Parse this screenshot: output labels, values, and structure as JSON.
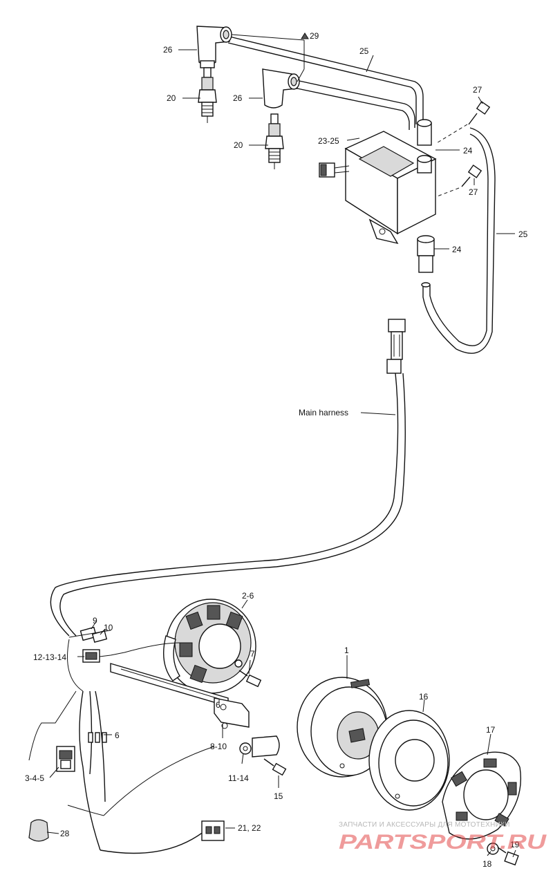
{
  "labels": {
    "l29": "29",
    "l26a": "26",
    "l25a": "25",
    "l20a": "20",
    "l26b": "26",
    "l27a": "27",
    "l2325": "23-25",
    "l24a": "24",
    "l20b": "20",
    "l27b": "27",
    "l25b": "25",
    "l24b": "24",
    "main_harness": "Main harness",
    "l26c": "2-6",
    "l9": "9",
    "l10": "10",
    "l121314": "12-13-14",
    "l7": "7",
    "l1": "1",
    "l16": "16",
    "l17": "17",
    "l6a": "6",
    "l6b": "6",
    "l810": "8-10",
    "l345": "3-4-5",
    "l1114": "11-14",
    "l15": "15",
    "l28": "28",
    "l2122": "21, 22",
    "l19": "19",
    "l18": "18"
  },
  "watermark": {
    "line1": "ЗАПЧАСТИ И АКСЕССУАРЫ ДЛЯ МОТОТЕХНИКИ",
    "line2": "PARTSPORT.RU"
  },
  "colors": {
    "line": "#111111",
    "watermark_red": "#e24b4b",
    "watermark_gray": "#b7b7b7"
  }
}
